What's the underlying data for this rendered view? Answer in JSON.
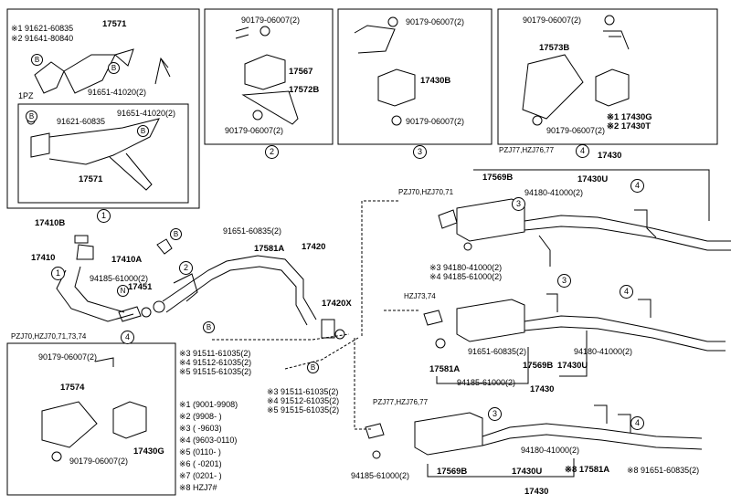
{
  "boxes": {
    "b1": {
      "note_1": "※1 91621-60835",
      "note_2": "※2 91641-80840",
      "p17571_top": "17571",
      "p1pz": "1PZ",
      "p91651_top": "91651-41020(2)",
      "p91621": "91621-60835",
      "p91651_inner": "91651-41020(2)",
      "p17571_bottom": "17571",
      "b_mark_1": "B",
      "b_mark_2": "B",
      "b_mark_3": "B",
      "b_mark_4": "B",
      "index": "1"
    },
    "b2": {
      "p90179_top": "90179-06007(2)",
      "p17567": "17567",
      "p17572b": "17572B",
      "p90179_bottom": "90179-06007(2)",
      "index": "2"
    },
    "b3": {
      "p90179_top": "90179-06007(2)",
      "p17430b": "17430B",
      "p90179_bottom": "90179-06007(2)",
      "index": "3"
    },
    "b4": {
      "p90179_top": "90179-06007(2)",
      "p17573b": "17573B",
      "p17430g": "※1 17430G",
      "p17430t": "※2 17430T",
      "p90179_bottom": "90179-06007(2)",
      "index": "4",
      "caption": "PZJ77,HZJ76,77"
    },
    "b5": {
      "caption": "PZJ70,HZJ70,71,73,74",
      "caption_index": "4",
      "p90179_top": "90179-06007(2)",
      "p17574": "17574",
      "p17430g": "17430G",
      "p90179_bottom": "90179-06007(2)"
    }
  },
  "left": {
    "p17410b": "17410B",
    "p17410": "17410",
    "p17410a": "17410A",
    "p94185": "94185-61000(2)",
    "p17451": "17451",
    "p91651": "91651-60835(2)",
    "p17581a": "17581A",
    "p17420": "17420",
    "p17420x": "17420X",
    "b_mark_a": "B",
    "b_mark_b": "B",
    "n_mark": "N",
    "c1": "1",
    "c2": "2",
    "bolts_1": [
      "※3 91511-61035(2)",
      "※4 91512-61035(2)",
      "※5 91515-61035(2)"
    ],
    "bolts_2": [
      "※3 91511-61035(2)",
      "※4 91512-61035(2)",
      "※5 91515-61035(2)"
    ]
  },
  "legend": [
    "※1 (9001-9908)",
    "※2 (9908-       )",
    "※3 (       -9603)",
    "※4 (9603-0110)",
    "※5 (0110-       )",
    "※6 (       -0201)",
    "※7 (0201-       )",
    "※8 HZJ7#"
  ],
  "right": {
    "top_17430": "17430",
    "g1_caption": "PZJ70,HZJ70,71",
    "g1_17569b": "17569B",
    "g1_17430u": "17430U",
    "g1_94180": "94180-41000(2)",
    "g1_note3": "※3 94180-41000(2)",
    "g1_note4": "※4 94185-61000(2)",
    "g1_c3": "3",
    "g1_c4": "4",
    "g2_caption": "HZJ73,74",
    "g2_c3": "3",
    "g2_c4": "4",
    "g2_91651": "91651-60835(2)",
    "g2_17581a": "17581A",
    "g2_17569b": "17569B",
    "g2_17430u": "17430U",
    "g2_94180": "94180-41000(2)",
    "g2_94185": "94185-61000(2)",
    "g2_17430": "17430",
    "g3_caption": "PZJ77,HZJ76,77",
    "g3_c3": "3",
    "g3_c4": "4",
    "g3_94180": "94180-41000(2)",
    "g3_94185": "94185-61000(2)",
    "g3_17569b": "17569B",
    "g3_17430u": "17430U",
    "g3_17581a": "※8 17581A",
    "g3_91651": "※8 91651-60835(2)",
    "bottom_17430": "17430"
  }
}
